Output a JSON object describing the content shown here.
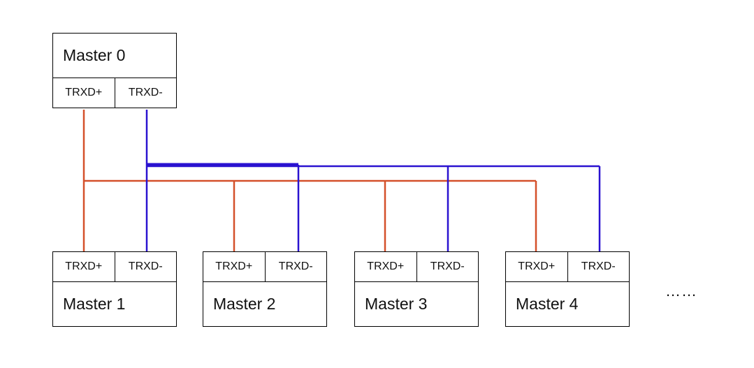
{
  "diagram": {
    "colors": {
      "trxd_plus_wire": "#d4502a",
      "trxd_minus_wire": "#2a12d0",
      "box_border": "#000000"
    },
    "nodes": [
      {
        "name": "Master 0",
        "pin_plus": "TRXD+",
        "pin_minus": "TRXD-"
      },
      {
        "name": "Master 1",
        "pin_plus": "TRXD+",
        "pin_minus": "TRXD-"
      },
      {
        "name": "Master 2",
        "pin_plus": "TRXD+",
        "pin_minus": "TRXD-"
      },
      {
        "name": "Master 3",
        "pin_plus": "TRXD+",
        "pin_minus": "TRXD-"
      },
      {
        "name": "Master 4",
        "pin_plus": "TRXD+",
        "pin_minus": "TRXD-"
      }
    ],
    "continuation": "……"
  }
}
